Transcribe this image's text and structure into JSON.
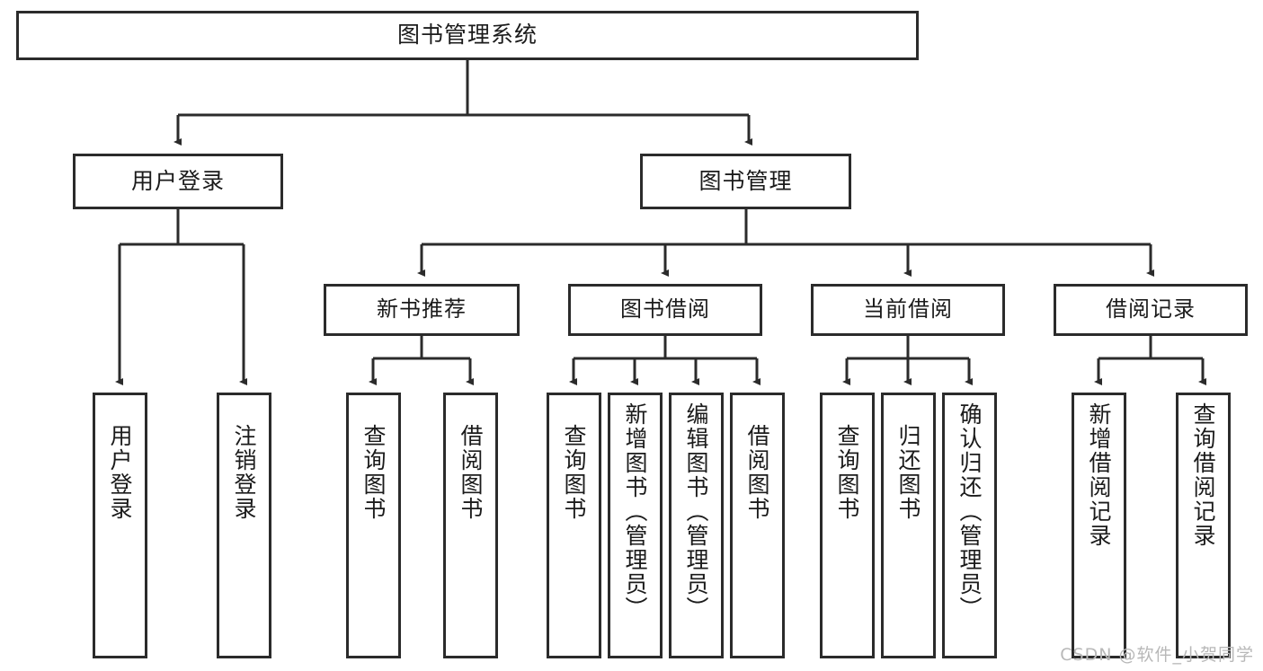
{
  "diagram": {
    "title": "图书管理系统",
    "type": "tree-hierarchy",
    "watermark": "CSDN @软件_小贺同学",
    "colors": {
      "box_border": "#2b2b2b",
      "box_fill": "#ffffff",
      "edge": "#2b2b2b",
      "text": "#1b1b1b",
      "watermark": "#b8b8b8"
    },
    "root": {
      "label": "图书管理系统"
    },
    "level2": [
      {
        "label": "用户登录"
      },
      {
        "label": "图书管理"
      }
    ],
    "level3": [
      {
        "label": "新书推荐"
      },
      {
        "label": "图书借阅"
      },
      {
        "label": "当前借阅"
      },
      {
        "label": "借阅记录"
      }
    ],
    "leaves": {
      "user_login": [
        {
          "label": "用户登录"
        },
        {
          "label": "注销登录"
        }
      ],
      "new_book_recommend": [
        {
          "label": "查询图书"
        },
        {
          "label": "借阅图书"
        }
      ],
      "book_borrow": [
        {
          "label": "查询图书"
        },
        {
          "label": "新增图书（管理员）"
        },
        {
          "label": "编辑图书（管理员）"
        },
        {
          "label": "借阅图书"
        }
      ],
      "current_borrow": [
        {
          "label": "查询图书"
        },
        {
          "label": "归还图书"
        },
        {
          "label": "确认归还（管理员）"
        }
      ],
      "borrow_record": [
        {
          "label": "新增借阅记录"
        },
        {
          "label": "查询借阅记录"
        }
      ]
    }
  }
}
